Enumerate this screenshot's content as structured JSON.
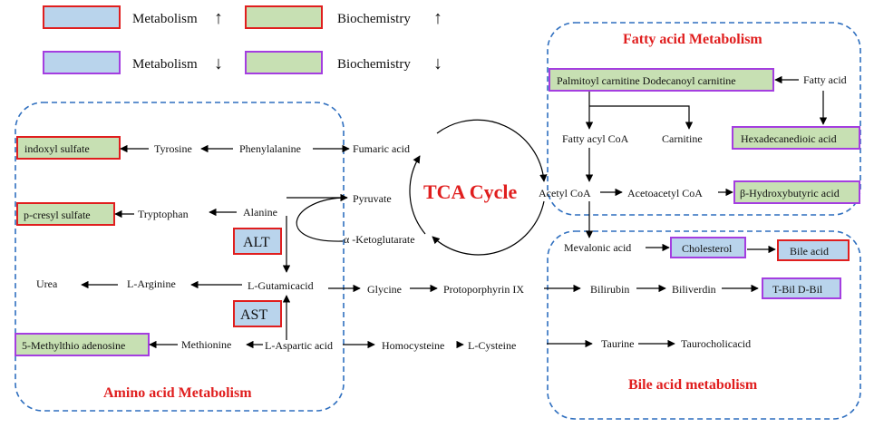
{
  "colors": {
    "blue_fill": "#b9d4ec",
    "green_fill": "#c7e0b3",
    "up_border": "#e01e1e",
    "down_border": "#a43ee0",
    "region_border": "#2f6fbf",
    "title_red": "#e01e1e"
  },
  "legend": {
    "metab_up": "Metabolism",
    "metab_down": "Metabolism",
    "bio_up": "Biochemistry",
    "bio_down": "Biochemistry",
    "up_arrow": "↑",
    "down_arrow": "↓"
  },
  "regions": {
    "amino": "Amino acid Metabolism",
    "fatty": "Fatty acid Metabolism",
    "bile": "Bile acid metabolism"
  },
  "tca": "TCA Cycle",
  "boxes": {
    "indoxyl": "indoxyl sulfate",
    "pcresyl": "p-cresyl sulfate",
    "methylthio": "5-Methylthio adenosine",
    "alt": "ALT",
    "ast": "AST",
    "palmitoyl": "Palmitoyl carnitine Dodecanoyl carnitine",
    "hexadec": "Hexadecanedioic acid",
    "hydroxy": "β-Hydroxybutyric acid",
    "cholesterol": "Cholesterol",
    "bileacid": "Bile acid",
    "tbil": "T-Bil D-Bil"
  },
  "labels": {
    "tyrosine": "Tyrosine",
    "phenylalanine": "Phenylalanine",
    "fumaric": "Fumaric acid",
    "tryptophan": "Tryptophan",
    "alanine": "Alanine",
    "pyruvate": "Pyruvate",
    "ketoglutarate": "α -Ketoglutarate",
    "urea": "Urea",
    "arginine": "L-Arginine",
    "glutamic": "L-Gutamicacid",
    "glycine": "Glycine",
    "protoporphyrin": "Protoporphyrin IX",
    "bilirubin": "Bilirubin",
    "biliverdin": "Biliverdin",
    "methionine": "Methionine",
    "aspartic": "L-Aspartic acid",
    "homocysteine": "Homocysteine",
    "cysteine": "L-Cysteine",
    "taurine": "Taurine",
    "taurocholic": "Taurocholicacid",
    "fattyacid": "Fatty acid",
    "fattyacylcoa": "Fatty acyl CoA",
    "carnitine": "Carnitine",
    "acetylcoa": "Acetyl CoA",
    "acetoacetyl": "Acetoacetyl CoA",
    "mevalonic": "Mevalonic acid"
  }
}
